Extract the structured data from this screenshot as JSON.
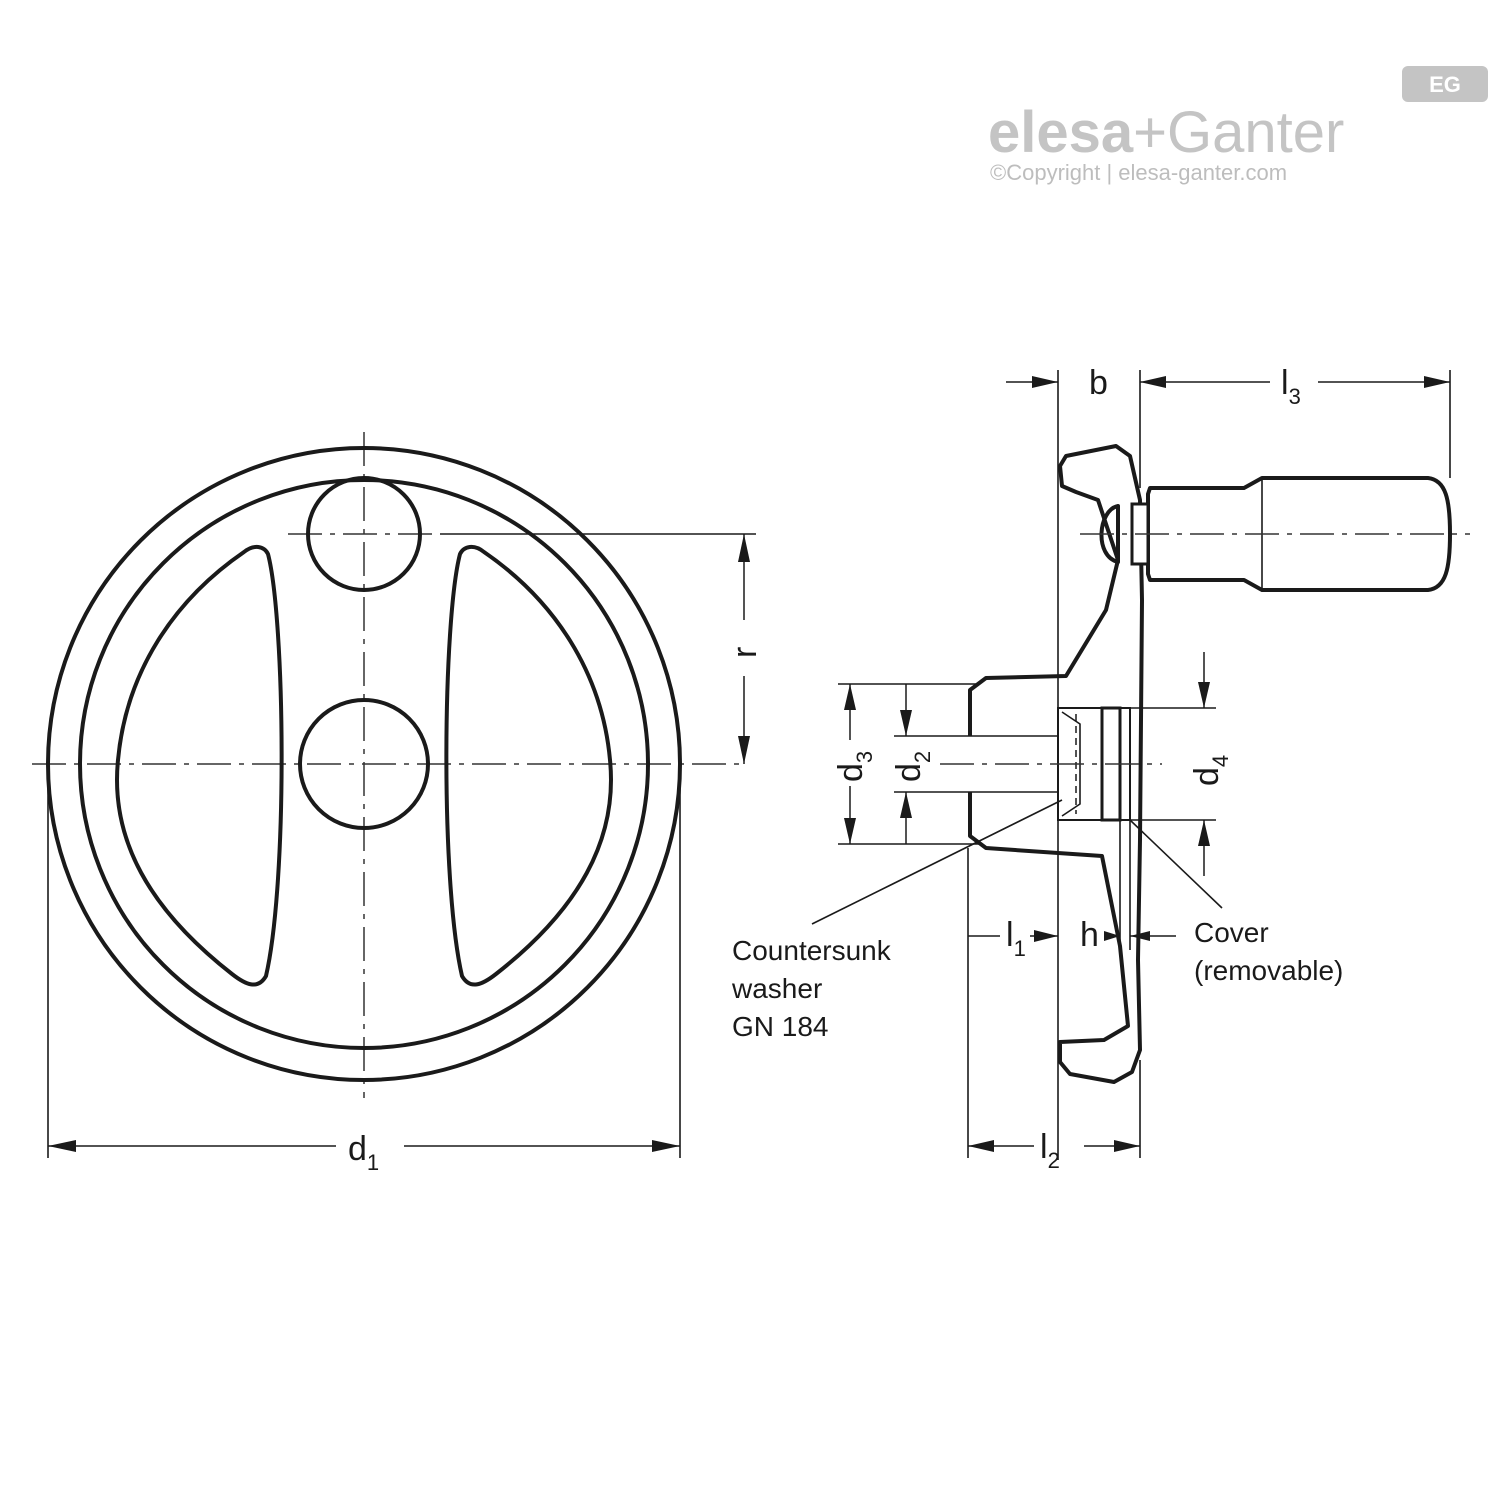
{
  "logo": {
    "brand_left": "elesa",
    "plus": "+",
    "brand_right": "Ganter",
    "badge": "EG",
    "copyright": "©Copyright | elesa-ganter.com"
  },
  "front_view": {
    "d1": {
      "base": "d",
      "sub": "1"
    },
    "r": "r"
  },
  "side_view": {
    "b": "b",
    "l3": {
      "base": "l",
      "sub": "3"
    },
    "d3": {
      "base": "d",
      "sub": "3"
    },
    "d2": {
      "base": "d",
      "sub": "2"
    },
    "d4": {
      "base": "d",
      "sub": "4"
    },
    "l1": {
      "base": "l",
      "sub": "1"
    },
    "h": "h",
    "l2": {
      "base": "l",
      "sub": "2"
    }
  },
  "notes": {
    "washer": [
      "Countersunk",
      "washer",
      "GN 184"
    ],
    "cover": [
      "Cover",
      "(removable)"
    ]
  }
}
